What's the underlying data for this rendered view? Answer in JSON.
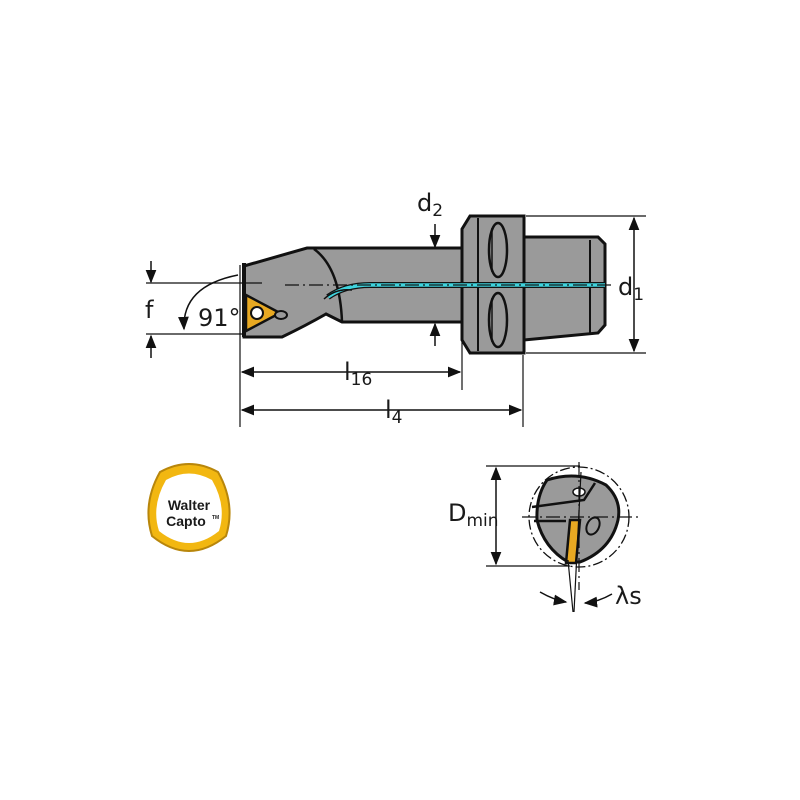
{
  "labels": {
    "d2": {
      "main": "d",
      "sub": "2"
    },
    "d1": {
      "main": "d",
      "sub": "1"
    },
    "f": "f",
    "angle": "91°",
    "l16": {
      "main": "l",
      "sub": "16"
    },
    "l4": {
      "main": "l",
      "sub": "4"
    },
    "dmin": {
      "main": "D",
      "sub": "min"
    },
    "lambda_s": "λs"
  },
  "logo": {
    "line1": "Walter",
    "line2": "Capto",
    "tm": "TM"
  },
  "colors": {
    "body": "#9a9a9a",
    "outline": "#111111",
    "coolant": "#3fd3dd",
    "insert": "#e8a922",
    "logo_ring": "#f2b711"
  }
}
